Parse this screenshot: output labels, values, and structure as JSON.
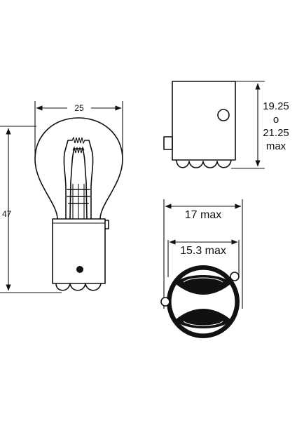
{
  "side_view": {
    "width_label": "25",
    "height_label": "47"
  },
  "base_view": {
    "height_label_line1": "19.25",
    "height_label_line2": "o",
    "height_label_line3": "21.25",
    "height_label_line4": "max"
  },
  "top_view": {
    "outer_diameter_label": "17 max",
    "inner_diameter_label": "15.3 max"
  },
  "colors": {
    "ink": "#111111",
    "background": "#ffffff"
  }
}
